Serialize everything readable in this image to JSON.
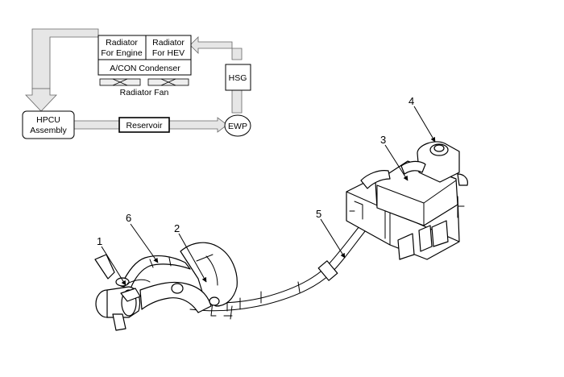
{
  "schematic": {
    "radiator_engine": [
      "Radiator",
      "For Engine"
    ],
    "radiator_hev": [
      "Radiator",
      "For HEV"
    ],
    "ac_condenser": "A/CON Condenser",
    "radiator_fan": "Radiator Fan",
    "hsg": "HSG",
    "hpcu": [
      "HPCU",
      "Assembly"
    ],
    "reservoir": "Reservoir",
    "ewp": "EWP"
  },
  "callouts": {
    "c1": "1",
    "c2": "2",
    "c3": "3",
    "c4": "4",
    "c5": "5",
    "c6": "6"
  }
}
